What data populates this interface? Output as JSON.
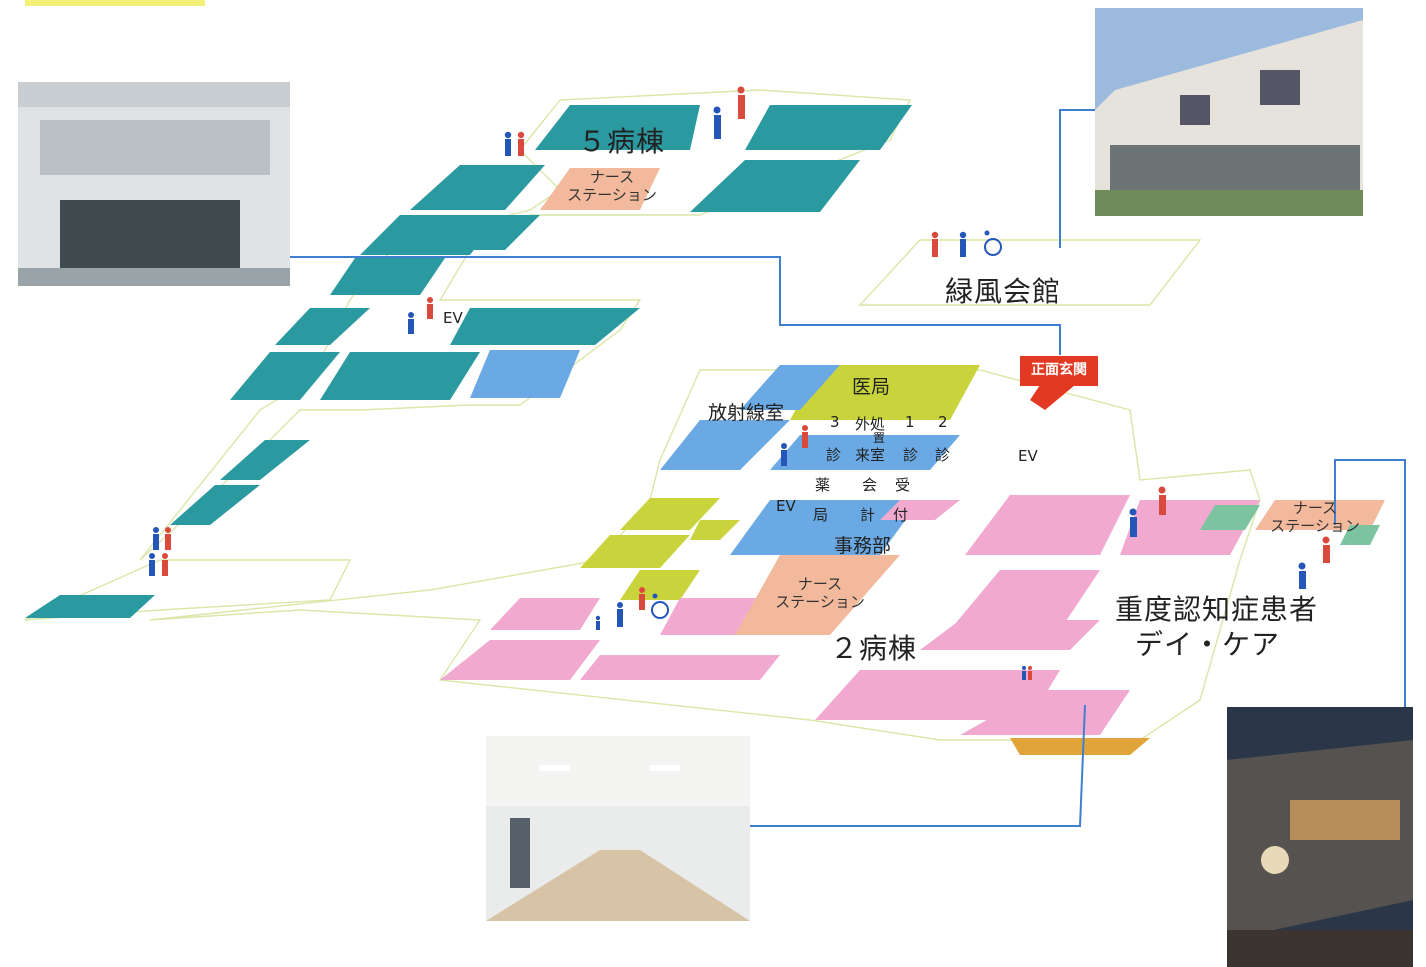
{
  "wards": {
    "ward5": "５病棟",
    "ward2": "２病棟",
    "dementia_line1": "重度認知症患者",
    "dementia_line2": "デイ・ケア"
  },
  "buildings": {
    "ryokufu": "緑風会館"
  },
  "entrance": "正面玄関",
  "nurse_station": {
    "line1": "ナース",
    "line2": "ステーション"
  },
  "ev": "EV",
  "rooms": {
    "ikyoku": "医局",
    "radiology": "放射線室",
    "jimubu": "事務部",
    "clinic_numbers": [
      "3",
      "外処",
      "1",
      "2"
    ],
    "chi": "置",
    "shin": "診",
    "clinic_row2": [
      "診",
      "来室",
      "診",
      "診"
    ],
    "pharmacy": [
      "薬",
      "局"
    ],
    "kaikei": [
      "会",
      "計"
    ],
    "uketsuke": [
      "受",
      "付"
    ]
  },
  "colors": {
    "teal": "#2a9aa0",
    "blue": "#6aa9e4",
    "yellow_green": "#c9d43c",
    "pink": "#f2a9d0",
    "salmon": "#f2a98a",
    "entrance_red": "#e23a22",
    "connector_blue": "#3f7fd1"
  },
  "icons": [
    "restroom-icon",
    "wheelchair-icon",
    "entrance-arrow-icon"
  ]
}
